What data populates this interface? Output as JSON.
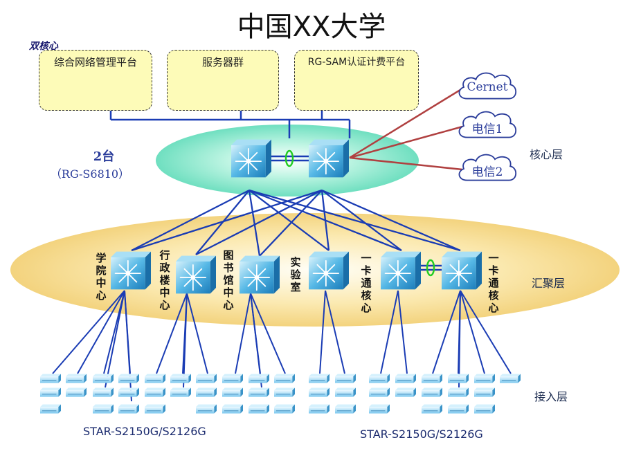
{
  "title": "中国XX大学",
  "dual_core_tag": "双核心",
  "top_groups": [
    {
      "label": "综合网络管理平台"
    },
    {
      "label": "服务器群"
    },
    {
      "label": "RG-SAM认证计费平台"
    }
  ],
  "core": {
    "count_label": "2台",
    "model_label": "（RG-S6810）",
    "layer_label": "核心层"
  },
  "external_links": [
    {
      "label": "Cernet"
    },
    {
      "label": "电信1"
    },
    {
      "label": "电信2"
    }
  ],
  "aggregation": {
    "layer_label": "汇聚层",
    "nodes": [
      {
        "label": "学院中心"
      },
      {
        "label": "行政楼中心"
      },
      {
        "label": "图书馆中心"
      },
      {
        "label": "实验室"
      },
      {
        "label": "一卡通核心"
      },
      {
        "label": "一卡通核心"
      }
    ]
  },
  "access": {
    "layer_label": "接入层",
    "model_left": "STAR-S2150G/S2126G",
    "model_right": "STAR-S2150G/S2126G"
  },
  "colors": {
    "link_blue": "#1a3cb4",
    "wan_link_red": "#b04040",
    "core_ellipse": "#7ee8c8",
    "agg_ellipse": "#f7dc8a",
    "group_fill": "#fdfbb8",
    "switch_blue": "#3fa8e0",
    "stack_ring_green": "#22cc22"
  }
}
